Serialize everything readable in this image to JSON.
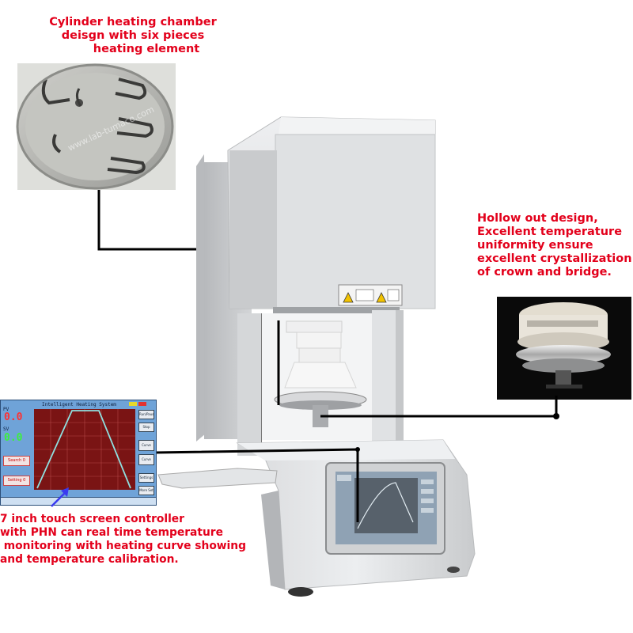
{
  "callouts": {
    "top_left": [
      "Cylinder heating chamber",
      "deisgn with six pieces",
      "heating element"
    ],
    "right": [
      "Hollow out design,",
      "Excellent temperature",
      "uniformity ensure",
      "excellent crystallization",
      "of crown and bridge."
    ],
    "bottom_left": [
      "7 inch touch screen controller",
      "with PHN can real time temperature",
      " monitoring with heating curve showing",
      "and temperature calibration."
    ]
  },
  "watermark": "www.lab-tumace.com",
  "controller_screen": {
    "title": "Intelligent Heating System",
    "pv_label": "PV",
    "pv_value": "0.0",
    "sv_label": "SV",
    "sv_value": "0.0",
    "side_buttons": [
      "Run/Pause",
      "Stop",
      "Curve Record",
      "Curve Setting",
      "Settings",
      "More Set"
    ],
    "left_buttons": [
      "Search 0",
      "Setting 0"
    ]
  },
  "colors": {
    "callout_red": "#e3001b",
    "chart_bg": "#7a1414",
    "curve": "#8fe0e0",
    "screen_bg": "#6fa3d8"
  }
}
